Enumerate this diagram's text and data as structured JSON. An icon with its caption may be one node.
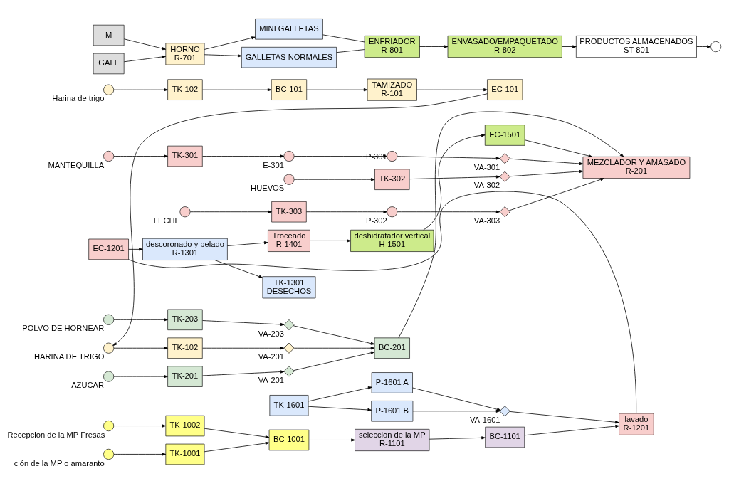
{
  "diagram": {
    "nodes": [
      {
        "text": [],
        "shape": "circle",
        "beside": [
          "Harina de trigo"
        ]
      },
      {
        "text": [
          "TK-102"
        ]
      },
      {
        "text": [
          "BC-101"
        ]
      },
      {
        "text": [
          "TAMIZADO",
          "R-101"
        ]
      },
      {
        "text": [
          "EC-101"
        ]
      },
      {
        "text": [],
        "shape": "circle",
        "beside": [
          "HARINA DE TRIGO"
        ]
      },
      {
        "text": [
          "TK-102"
        ]
      },
      {
        "text": [],
        "shape": "diamond",
        "beside": [
          "VA-201"
        ]
      },
      {
        "text": [],
        "shape": "circle",
        "beside": [
          "AZUCAR"
        ]
      },
      {
        "text": [
          "TK-201"
        ]
      },
      {
        "text": [],
        "shape": "diamond",
        "beside": [
          "VA-201"
        ]
      },
      {
        "text": [],
        "shape": "circle",
        "beside": [
          "POLVO DE HORNEAR"
        ]
      },
      {
        "text": [
          "TK-203"
        ]
      },
      {
        "text": [],
        "shape": "diamond",
        "beside": [
          "VA-203"
        ]
      },
      {
        "text": [
          "BC-201"
        ]
      },
      {
        "text": [],
        "shape": "circle",
        "beside": [
          "MANTEQUILLA"
        ]
      },
      {
        "text": [
          "TK-301"
        ]
      },
      {
        "text": [],
        "shape": "circle",
        "beside": [
          "E-301"
        ]
      },
      {
        "text": [],
        "shape": "circle",
        "beside": [
          "P-301"
        ]
      },
      {
        "text": [],
        "shape": "diamond",
        "beside": [
          "VA-301"
        ]
      },
      {
        "text": [],
        "shape": "circle",
        "beside": [
          "HUEVOS"
        ]
      },
      {
        "text": [
          "TK-302"
        ]
      },
      {
        "text": [],
        "shape": "diamond",
        "beside": [
          "VA-302"
        ]
      },
      {
        "text": [],
        "shape": "circle",
        "beside": [
          "LECHE"
        ]
      },
      {
        "text": [
          "TK-303"
        ]
      },
      {
        "text": [],
        "shape": "circle",
        "beside": [
          "P-302"
        ]
      },
      {
        "text": [],
        "shape": "diamond",
        "beside": [
          "VA-303"
        ]
      },
      {
        "text": [
          "MEZCLADOR Y AMASADO",
          "R-201"
        ]
      },
      {
        "text": [
          "EC-1501"
        ]
      },
      {
        "text": [],
        "shape": "circle",
        "beside": [
          "ción de la MP o amaranto"
        ]
      },
      {
        "text": [],
        "shape": "circle",
        "beside": [
          "Recepcion de la MP Fresas"
        ]
      },
      {
        "text": [
          "TK-1001"
        ]
      },
      {
        "text": [
          "TK-1002"
        ]
      },
      {
        "text": [
          "BC-1001"
        ]
      },
      {
        "text": [
          "seleccion de la MP",
          "R-1101"
        ]
      },
      {
        "text": [
          "BC-1101"
        ]
      },
      {
        "text": [
          "lavado",
          "R-1201"
        ]
      },
      {
        "text": [
          "EC-1201"
        ]
      },
      {
        "text": [
          "descoronado y pelado",
          "R-1301"
        ]
      },
      {
        "text": [
          "TK-1301",
          "DESECHOS"
        ]
      },
      {
        "text": [
          "Troceado",
          "R-1401"
        ]
      },
      {
        "text": [
          "deshidratador vertical",
          "H-1501"
        ]
      },
      {
        "text": [
          "TK-1601"
        ]
      },
      {
        "text": [
          "P-1601 A"
        ]
      },
      {
        "text": [
          "P-1601 B"
        ]
      },
      {
        "text": [],
        "shape": "diamond",
        "beside": [
          "VA-1601"
        ]
      },
      {
        "text": [
          "HORNO",
          "R-701"
        ]
      },
      {
        "text": [
          "M"
        ]
      },
      {
        "text": [
          "GALL"
        ]
      },
      {
        "text": [
          "MINI GALLETAS"
        ]
      },
      {
        "text": [
          "GALLETAS NORMALES"
        ]
      },
      {
        "text": [
          "ENFRIADOR",
          "R-801"
        ]
      },
      {
        "text": [
          "ENVASADO/EMPAQUETADO",
          "R-802"
        ]
      },
      {
        "text": [
          "PRODUCTOS ALMACENADOS",
          "ST-801"
        ]
      },
      {
        "text": [],
        "shape": "circle"
      }
    ],
    "edges": [
      {
        "from": 0,
        "to": 1,
        "arrow": "to"
      },
      {
        "from": 1,
        "to": 2,
        "arrow": "to"
      },
      {
        "from": 2,
        "to": 3,
        "arrow": "to"
      },
      {
        "from": 3,
        "to": 4,
        "arrow": "to"
      },
      {
        "from": 4,
        "to": 5,
        "arrow": "to"
      },
      {
        "from": 5,
        "to": 6,
        "arrow": "to"
      },
      {
        "from": 6,
        "to": 7,
        "arrow": "to"
      },
      {
        "from": 7,
        "to": 14,
        "arrow": "to"
      },
      {
        "from": 8,
        "to": 9,
        "arrow": "to"
      },
      {
        "from": 9,
        "to": 10,
        "arrow": "to"
      },
      {
        "from": 10,
        "to": 14,
        "arrow": "to"
      },
      {
        "from": 11,
        "to": 12,
        "arrow": "to"
      },
      {
        "from": 12,
        "to": 13,
        "arrow": "to"
      },
      {
        "from": 13,
        "to": 14,
        "arrow": "to"
      },
      {
        "from": 14,
        "to": 27,
        "arrow": "to"
      },
      {
        "from": 15,
        "to": 16,
        "arrow": "to"
      },
      {
        "from": 16,
        "to": 17,
        "arrow": "to"
      },
      {
        "from": 17,
        "to": 18,
        "arrow": "to"
      },
      {
        "from": 18,
        "to": 19,
        "arrow": "to"
      },
      {
        "from": 19,
        "to": 27,
        "arrow": "to"
      },
      {
        "from": 20,
        "to": 21,
        "arrow": "to"
      },
      {
        "from": 21,
        "to": 22,
        "arrow": "to"
      },
      {
        "from": 22,
        "to": 27,
        "arrow": "to"
      },
      {
        "from": 23,
        "to": 24,
        "arrow": "to"
      },
      {
        "from": 24,
        "to": 25,
        "arrow": "to"
      },
      {
        "from": 25,
        "to": 26,
        "arrow": "to"
      },
      {
        "from": 26,
        "to": 27,
        "arrow": "to"
      },
      {
        "from": 28,
        "to": 27,
        "arrow": "to"
      },
      {
        "from": 41,
        "to": 28,
        "arrow": "to"
      },
      {
        "from": 29,
        "to": 31,
        "arrow": "to"
      },
      {
        "from": 30,
        "to": 32,
        "arrow": "to"
      },
      {
        "from": 31,
        "to": 33,
        "arrow": "to"
      },
      {
        "from": 32,
        "to": 33,
        "arrow": "to"
      },
      {
        "from": 33,
        "to": 34,
        "arrow": "to"
      },
      {
        "from": 34,
        "to": 35,
        "arrow": "to"
      },
      {
        "from": 35,
        "to": 36,
        "arrow": "to"
      },
      {
        "from": 36,
        "to": 37,
        "arrow": "none"
      },
      {
        "from": 37,
        "to": 38,
        "arrow": "to"
      },
      {
        "from": 38,
        "to": 39,
        "arrow": "to"
      },
      {
        "from": 38,
        "to": 40,
        "arrow": "to"
      },
      {
        "from": 40,
        "to": 41,
        "arrow": "to"
      },
      {
        "from": 42,
        "to": 43,
        "arrow": "to"
      },
      {
        "from": 42,
        "to": 44,
        "arrow": "to"
      },
      {
        "from": 43,
        "to": 45,
        "arrow": "to"
      },
      {
        "from": 44,
        "to": 45,
        "arrow": "to"
      },
      {
        "from": 45,
        "to": 36,
        "arrow": "to"
      },
      {
        "from": 47,
        "to": 46,
        "arrow": "to"
      },
      {
        "from": 48,
        "to": 46,
        "arrow": "to"
      },
      {
        "from": 46,
        "to": 49,
        "arrow": "to"
      },
      {
        "from": 46,
        "to": 50,
        "arrow": "to"
      },
      {
        "from": 49,
        "to": 51,
        "arrow": "none"
      },
      {
        "from": 50,
        "to": 51,
        "arrow": "none"
      },
      {
        "from": 51,
        "to": 52,
        "arrow": "to"
      },
      {
        "from": 52,
        "to": 53,
        "arrow": "to"
      },
      {
        "from": 53,
        "to": 54,
        "arrow": "to"
      }
    ]
  }
}
